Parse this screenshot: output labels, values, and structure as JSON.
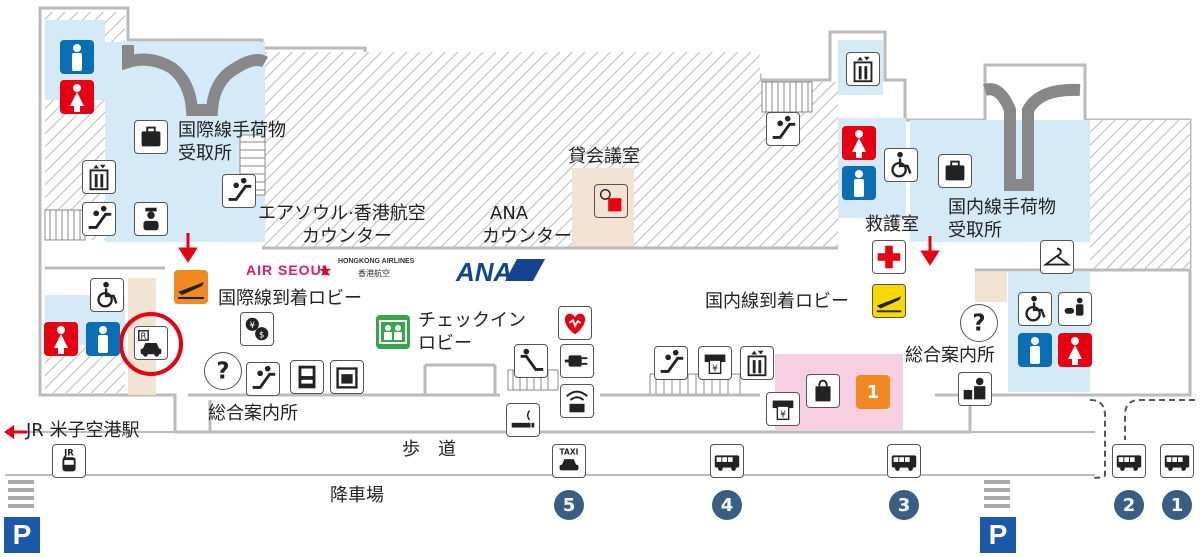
{
  "colors": {
    "light_blue": "#d4ebf7",
    "hatch": "#bbbbbb",
    "pink": "#f7cfe3",
    "orange": "#f28a23",
    "yellow": "#f5d900",
    "green": "#36a64a",
    "red": "#e60012",
    "navy": "#3a5f86",
    "parking_blue": "#1a5aa8"
  },
  "labels": {
    "intl_baggage_1": "国際線手荷物",
    "intl_baggage_2": "受取所",
    "airline_counter_1": "エアソウル·香港航空",
    "airline_counter_2": "カウンター",
    "ana_counter_1": "ANA",
    "ana_counter_2": "カウンター",
    "rental_room": "貸会議室",
    "first_aid": "救護室",
    "dom_baggage_1": "国内線手荷物",
    "dom_baggage_2": "受取所",
    "intl_arrival": "国際線到着ロビー",
    "checkin_1": "チェックイン",
    "checkin_2": "ロビー",
    "dom_arrival": "国内線到着ロビー",
    "info_left": "総合案内所",
    "info_right": "総合案内所",
    "jr_station": "JR 米子空港駅",
    "walkway": "歩　道",
    "dropoff": "降車場"
  },
  "brands": {
    "air_seoul": "AIR SEOUL",
    "hk_airlines_en": "HONGKONG AIRLINES",
    "hk_airlines_zh": "香港航空",
    "ana": "ANA"
  },
  "icons": {
    "jr_text": "JR",
    "taxi_text": "TAXI",
    "rent_r": "R",
    "yen": "¥",
    "parking": "P"
  },
  "stops": {
    "taxi": "5",
    "bus_4": "4",
    "bus_3": "3",
    "bus_2": "2",
    "bus_1": "1"
  },
  "shop_number": "1"
}
